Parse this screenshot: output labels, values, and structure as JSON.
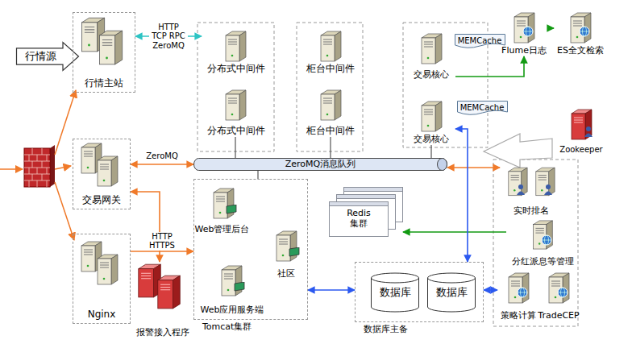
{
  "diagram": {
    "nodes": [
      {
        "text": [
          "行情源"
        ]
      },
      {
        "text": [
          "行情主站"
        ]
      },
      {
        "text": [
          "分布式中间件"
        ]
      },
      {
        "text": [
          "柜台中间件"
        ]
      },
      {
        "text": [
          "交易核心"
        ]
      },
      {
        "text": [
          "MEMCache"
        ]
      },
      {
        "text": [
          "Flume日志"
        ]
      },
      {
        "text": [
          "ES全文检索"
        ]
      },
      {
        "text": [
          "分布式中间件"
        ]
      },
      {
        "text": [
          "柜台中间件"
        ]
      },
      {
        "text": [
          "交易核心"
        ]
      },
      {
        "text": [
          "MEMCache"
        ]
      },
      {
        "text": [
          "Zookeeper"
        ]
      },
      {
        "text": [
          "交易网关"
        ]
      },
      {
        "text": [
          "ZeroMQ消息队列"
        ]
      },
      {
        "text": [
          "Tomcat集群"
        ]
      },
      {
        "text": [
          "Web管理后台"
        ],
        "in": 15
      },
      {
        "text": [
          "Redis 集群"
        ]
      },
      {
        "text": [
          "实时排名"
        ]
      },
      {
        "text": [
          "社区"
        ],
        "in": 15
      },
      {
        "text": [
          "分红派息等管理"
        ]
      },
      {
        "text": [
          "Nginx"
        ]
      },
      {
        "text": [
          "报警接入程序"
        ]
      },
      {
        "text": [
          "Web应用服务端"
        ],
        "in": 15
      },
      {
        "text": [
          "数据库主备"
        ]
      },
      {
        "text": [
          "数据库"
        ],
        "in": 24
      },
      {
        "text": [
          "数据库"
        ],
        "in": 24
      },
      {
        "text": [
          "策略计算"
        ]
      },
      {
        "text": [
          "TradeCEP"
        ]
      }
    ],
    "edges": [
      {
        "from": 1,
        "to": 2,
        "arrow": "both",
        "label": "HTTP TCP RPC ZeroMQ"
      },
      {
        "from": 13,
        "to": 14,
        "arrow": "both",
        "label": "ZeroMQ"
      },
      {
        "from": 14,
        "to": 18,
        "arrow": "both"
      },
      {
        "from": 4,
        "to": 6,
        "arrow": "to"
      },
      {
        "from": 6,
        "to": 7,
        "arrow": "to"
      },
      {
        "from": 20,
        "to": 17,
        "arrow": "to"
      },
      {
        "from": 24,
        "to": 15,
        "arrow": "both"
      },
      {
        "from": 24,
        "to": 27,
        "arrow": "both"
      },
      {
        "from": 10,
        "to": 24,
        "arrow": "both"
      },
      {
        "from": 21,
        "to": 15,
        "arrow": "to",
        "label": "HTTP HTTPS"
      },
      {
        "from": 13,
        "to": 22,
        "arrow": "both"
      },
      {
        "from": 8,
        "to": 14,
        "arrow": "none"
      },
      {
        "from": 9,
        "to": 14,
        "arrow": "none"
      },
      {
        "from": 10,
        "to": 14,
        "arrow": "none"
      },
      {
        "from": 15,
        "to": 14,
        "arrow": "none"
      }
    ]
  }
}
